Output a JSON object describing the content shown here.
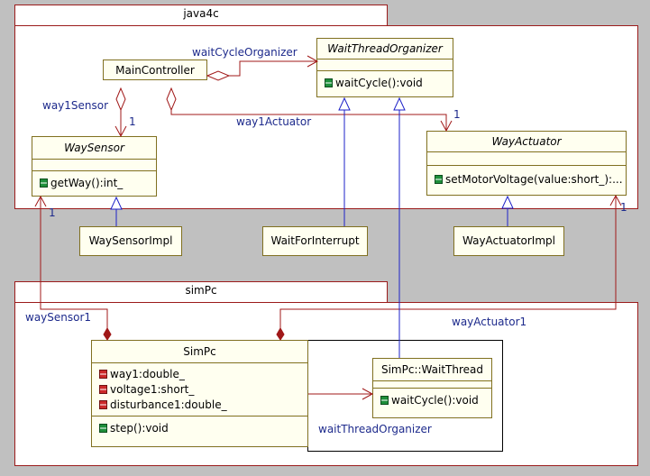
{
  "packages": {
    "java4c": "java4c",
    "simPc": "simPc"
  },
  "classes": {
    "main_controller": {
      "name": "MainController"
    },
    "wait_thread_organizer": {
      "name": "WaitThreadOrganizer",
      "operations": [
        "waitCycle():void"
      ]
    },
    "way_sensor": {
      "name": "WaySensor",
      "operations": [
        "getWay():int_"
      ]
    },
    "way_actuator": {
      "name": "WayActuator",
      "operations": [
        "setMotorVoltage(value:short_):..."
      ]
    },
    "way_sensor_impl": {
      "name": "WaySensorImpl"
    },
    "wait_for_interrupt": {
      "name": "WaitForInterrupt"
    },
    "way_actuator_impl": {
      "name": "WayActuatorImpl"
    },
    "sim_pc": {
      "name": "SimPc",
      "attributes": [
        "way1:double_",
        "voltage1:short_",
        "disturbance1:double_"
      ],
      "operations": [
        "step():void"
      ]
    },
    "sim_pc_wait_thread": {
      "name": "SimPc::WaitThread",
      "operations": [
        "waitCycle():void"
      ]
    }
  },
  "associations": {
    "wait_cycle_organizer": "waitCycleOrganizer",
    "way1_sensor": "way1Sensor",
    "way1_actuator": "way1Actuator",
    "way_sensor1": "waySensor1",
    "way_actuator1": "wayActuator1",
    "wait_thread_organizer": "waitThreadOrganizer"
  },
  "multiplicities": {
    "way1_sensor": "1",
    "way1_actuator": "1",
    "way_sensor1": "1",
    "way_actuator1": "1"
  },
  "colors": {
    "association": "#a01818",
    "generalization": "#1e22c8",
    "class_fill": "#fffff0",
    "class_border": "#807020",
    "label": "#1d2a8c",
    "background": "#c0c0c0"
  }
}
